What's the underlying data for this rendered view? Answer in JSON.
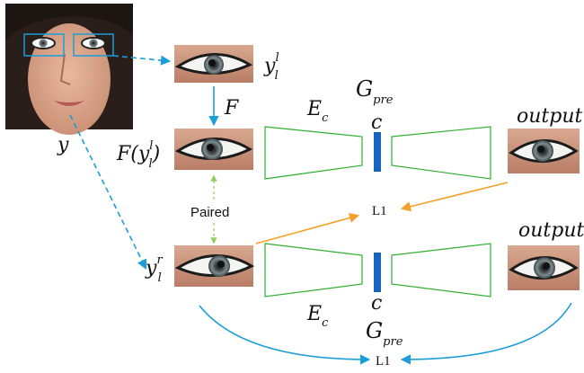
{
  "colors": {
    "blue_arrow": "#1a9ed8",
    "encoder_outline": "#2fb02f",
    "latent_bar": "#1666c0",
    "orange_arrow": "#f5a02a",
    "green_dotted": "#8ccf5a"
  },
  "labels": {
    "y": "y",
    "y_l_l": "y",
    "y_l_l_sup": "l",
    "y_l_l_sub": "l",
    "F": "F",
    "F_of_y": "F(y",
    "F_of_y_sup": "l",
    "F_of_y_sub": "l",
    "F_of_y_close": ")",
    "y_l_r": "y",
    "y_l_r_sup": "r",
    "y_l_r_sub": "l",
    "paired": "Paired",
    "E_top": "E",
    "E_top_sub": "c",
    "E_bottom": "E",
    "E_bottom_sub": "c",
    "G_top": "G",
    "G_top_sub": "pre",
    "G_bottom": "G",
    "G_bottom_sub": "pre",
    "c_top": "c",
    "c_bottom": "c",
    "output_top": "output",
    "output_bottom": "output",
    "L1_top": "L1",
    "L1_bottom": "L1"
  },
  "images": {
    "face": "face-photo",
    "eye_left_crop": "eye-left-crop",
    "eye_mapped": "eye-mapped",
    "eye_right": "eye-right",
    "output_top": "output-eye-top",
    "output_bottom": "output-eye-bottom"
  }
}
